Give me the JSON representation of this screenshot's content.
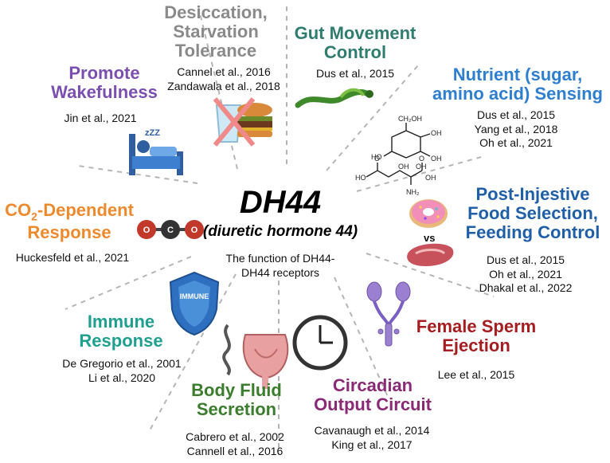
{
  "center": {
    "title": "DH44",
    "subtitle": "(diuretic hormone 44)",
    "note": [
      "The function of DH44-",
      "DH44 receptors"
    ]
  },
  "segments": {
    "desiccation": {
      "title": [
        "Desiccation,",
        "Starvation",
        "Tolerance"
      ],
      "color": "#8a8a8a",
      "refs": [
        "Cannel et al., 2016",
        "Zandawala et al., 2018"
      ]
    },
    "gut": {
      "title": [
        "Gut Movement",
        "Control"
      ],
      "color": "#2e7d6e",
      "refs": [
        "Dus et al., 2015"
      ]
    },
    "nutrient": {
      "title": [
        "Nutrient (sugar,",
        "amino acid) Sensing"
      ],
      "color": "#2f7fcf",
      "refs": [
        "Dus et al., 2015",
        "Yang et al., 2018",
        "Oh et al., 2021"
      ]
    },
    "post_injestive": {
      "title": [
        "Post-Injestive",
        "Food Selection,",
        "Feeding Control"
      ],
      "color": "#1f5fa8",
      "refs": [
        "Dus et al., 2015",
        "Oh et al., 2021",
        "Dhakal et al., 2022"
      ]
    },
    "female": {
      "title": [
        "Female Sperm",
        "Ejection"
      ],
      "color": "#a51d20",
      "refs": [
        "Lee et al., 2015"
      ]
    },
    "circadian": {
      "title": [
        "Circadian",
        "Output Circuit"
      ],
      "color": "#8a2a74",
      "refs": [
        "Cavanaugh et al., 2014",
        "King et al., 2017"
      ]
    },
    "body_fluid": {
      "title": [
        "Body Fluid",
        "Secretion"
      ],
      "color": "#3a7d2c",
      "refs": [
        "Cabrero et al., 2002",
        "Cannell et al., 2016"
      ]
    },
    "immune": {
      "title": [
        "Immune",
        "Response"
      ],
      "color": "#1fa08f",
      "refs": [
        "De Gregorio et al., 2001",
        "Li et al., 2020"
      ]
    },
    "co2": {
      "title_main": "CO",
      "title_sub": "2",
      "title_rest": "-Dependent",
      "title_line2": "Response",
      "color": "#ee8a2e",
      "refs": [
        "Huckesfeld et al., 2021"
      ]
    },
    "wake": {
      "title": [
        "Promote",
        "Wakefulness"
      ],
      "color": "#7b4fb0",
      "refs": [
        "Jin et al., 2021"
      ]
    }
  },
  "icons": {
    "shield_text": "IMMUNE",
    "vs": "vs",
    "sleep_text": "zZZ",
    "co2_atoms": [
      "O",
      "C",
      "O"
    ],
    "glucose_labels": [
      "CH₂OH",
      "OH",
      "OH",
      "HO",
      "OH",
      "OH"
    ],
    "amino_labels": [
      "HO",
      "O",
      "O",
      "OH",
      "NH₂"
    ]
  }
}
